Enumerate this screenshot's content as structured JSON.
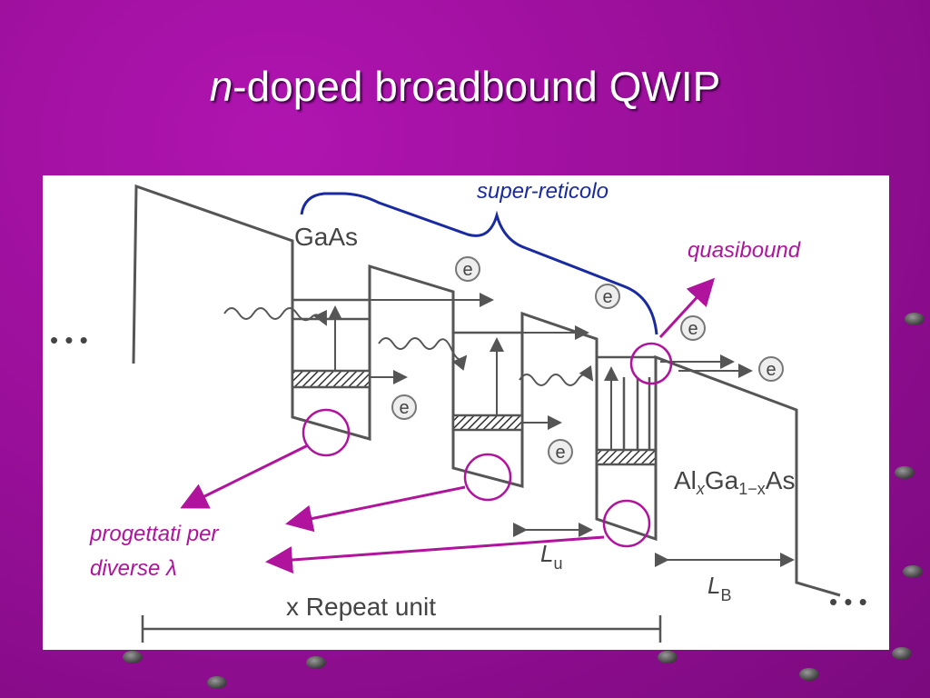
{
  "slide": {
    "title_italic": "n",
    "title_rest": "-doped broadbound QWIP"
  },
  "diagram": {
    "gaas_label": "GaAs",
    "electron_label": "e",
    "superlattice_label": "super-reticolo",
    "quasibound_label": "quasibound",
    "designed_for_line1": "progettati per",
    "designed_for_line2": "diverse λ",
    "algaas_al": "Al",
    "algaas_x1": "x",
    "algaas_ga": "Ga",
    "algaas_sub": "1−x",
    "algaas_as": "As",
    "lu_label": "L",
    "lu_sub": "u",
    "lb_label": "L",
    "lb_sub": "B",
    "repeat_label": "x Repeat unit",
    "dots_left": "• • •",
    "dots_right": "• • •"
  },
  "colors": {
    "background": "#9a0f9a",
    "annotation_magenta": "#b0149c",
    "annotation_blue": "#1a2aa0",
    "diagram_line": "#555555"
  }
}
